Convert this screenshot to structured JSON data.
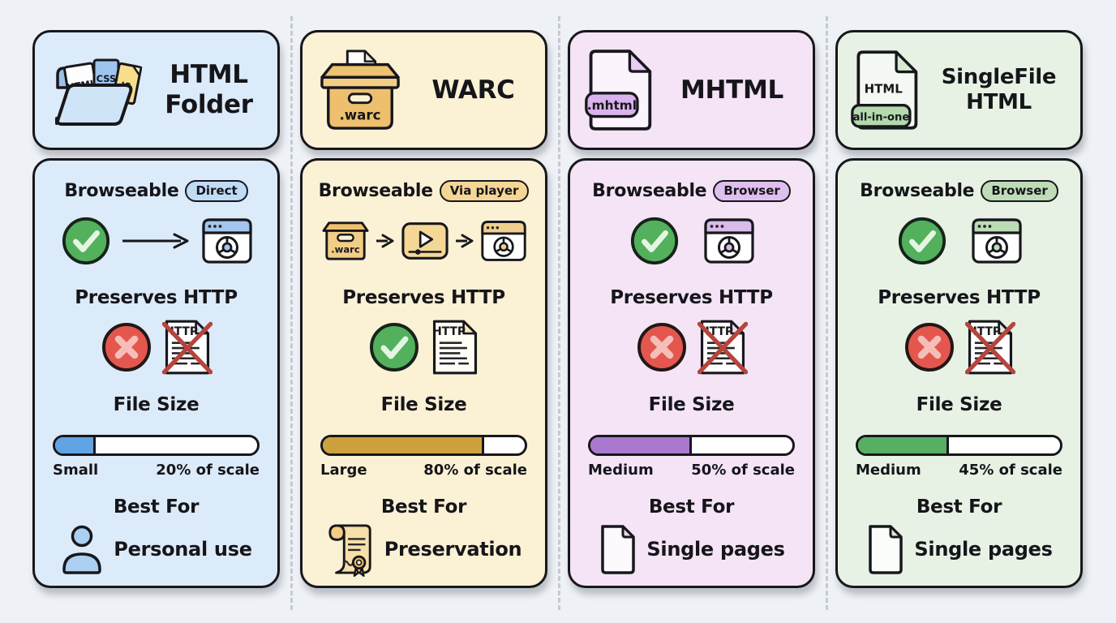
{
  "infographic": {
    "background": "#eef1f5",
    "divider_color": "#c5cad2",
    "status_colors": {
      "check_green": "#53b05c",
      "cross_red": "#e4574e",
      "cross_stroke_red": "#b5453c"
    }
  },
  "columns": [
    {
      "format": "HTML Folder",
      "theme": "blue",
      "colors": {
        "card_bg": "#dcebf9",
        "badge_bg": "#c0dbf4",
        "bar_fill": "#61a3e3"
      },
      "header_icon": {
        "name": "folder-with-files-icon",
        "file_labels": [
          "HTML",
          "CSS",
          "JS"
        ]
      },
      "browseable": {
        "label": "Browseable",
        "badge": "Direct",
        "flow_icons": [
          "check-circle-icon",
          "arrow-icon",
          "browser-window-icon"
        ]
      },
      "preserves_http": {
        "label": "Preserves HTTP",
        "supported": false,
        "doc_label": "HTTP",
        "icons": [
          "cross-circle-icon",
          "http-doc-crossed-icon"
        ]
      },
      "file_size": {
        "label": "File Size",
        "size": "Small",
        "percent": 20,
        "scale_text": "20% of scale"
      },
      "best_for": {
        "label": "Best For",
        "value": "Personal use",
        "icon": "person-icon"
      }
    },
    {
      "format": "WARC",
      "theme": "amber",
      "colors": {
        "card_bg": "#fbf1d4",
        "badge_bg": "#f6d697",
        "bar_fill": "#cda23c"
      },
      "header_icon": {
        "name": "archive-box-icon",
        "label": ".warc"
      },
      "browseable": {
        "label": "Browseable",
        "badge": "Via player",
        "flow_box_label": ".warc",
        "flow_icons": [
          "warc-box-icon",
          "arrow-icon",
          "player-icon",
          "arrow-icon",
          "browser-window-icon"
        ]
      },
      "preserves_http": {
        "label": "Preserves HTTP",
        "supported": true,
        "doc_label": "HTTP",
        "icons": [
          "check-circle-icon",
          "http-doc-icon"
        ]
      },
      "file_size": {
        "label": "File Size",
        "size": "Large",
        "percent": 80,
        "scale_text": "80% of scale"
      },
      "best_for": {
        "label": "Best For",
        "value": "Preservation",
        "icon": "certificate-scroll-icon"
      }
    },
    {
      "format": "MHTML",
      "theme": "purple",
      "colors": {
        "card_bg": "#f4e4f6",
        "badge_bg": "#dfbfed",
        "bar_fill": "#a979cf"
      },
      "header_icon": {
        "name": "mhtml-file-icon",
        "label": ".mhtml"
      },
      "browseable": {
        "label": "Browseable",
        "badge": "Browser",
        "flow_icons": [
          "check-circle-icon",
          "browser-window-icon"
        ]
      },
      "preserves_http": {
        "label": "Preserves HTTP",
        "supported": false,
        "doc_label": "HTTP",
        "icons": [
          "cross-circle-icon",
          "http-doc-crossed-icon"
        ]
      },
      "file_size": {
        "label": "File Size",
        "size": "Medium",
        "percent": 50,
        "scale_text": "50% of scale"
      },
      "best_for": {
        "label": "Best For",
        "value": "Single pages",
        "icon": "single-page-icon"
      }
    },
    {
      "format": "SingleFile HTML",
      "theme": "green",
      "colors": {
        "card_bg": "#e7f2e5",
        "badge_bg": "#bedcb8",
        "bar_fill": "#57b061"
      },
      "header_icon": {
        "name": "singlefile-html-icon",
        "label": "HTML",
        "badge": "all-in-one"
      },
      "browseable": {
        "label": "Browseable",
        "badge": "Browser",
        "flow_icons": [
          "check-circle-icon",
          "browser-window-icon"
        ]
      },
      "preserves_http": {
        "label": "Preserves HTTP",
        "supported": false,
        "doc_label": "HTTP",
        "icons": [
          "cross-circle-icon",
          "http-doc-crossed-icon"
        ]
      },
      "file_size": {
        "label": "File Size",
        "size": "Medium",
        "percent": 45,
        "scale_text": "45% of scale"
      },
      "best_for": {
        "label": "Best For",
        "value": "Single pages",
        "icon": "single-page-icon"
      }
    }
  ]
}
